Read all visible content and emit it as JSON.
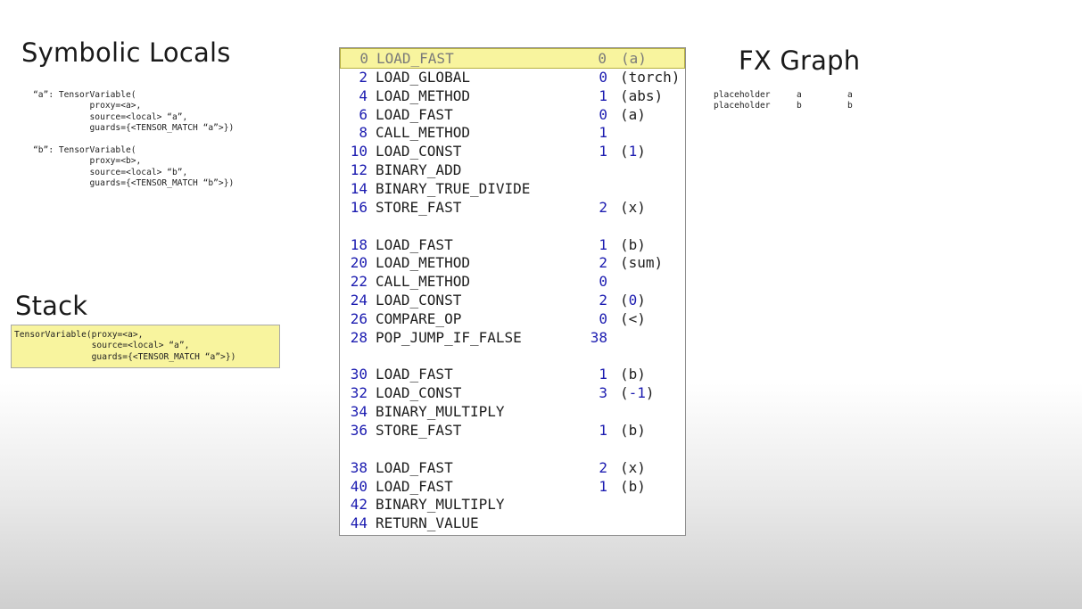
{
  "headings": {
    "symbolic_locals": "Symbolic Locals",
    "stack": "Stack",
    "fx_graph": "FX Graph"
  },
  "symbolic_locals": [
    {
      "text": "“a”: TensorVariable(\n           proxy=<a>,\n           source=<local> “a”,\n           guards={<TENSOR_MATCH “a”>})"
    },
    {
      "text": "“b”: TensorVariable(\n           proxy=<b>,\n           source=<local> “b”,\n           guards={<TENSOR_MATCH “b”>})"
    }
  ],
  "stack": [
    {
      "text": "TensorVariable(proxy=<a>,\n               source=<local> “a”,\n               guards={<TENSOR_MATCH “a”>})"
    }
  ],
  "fx_graph": [
    {
      "op": "placeholder",
      "name": "a",
      "target": "a"
    },
    {
      "op": "placeholder",
      "name": "b",
      "target": "b"
    }
  ],
  "bytecode": {
    "highlight_offset": "0",
    "instructions": [
      {
        "offset": "0",
        "opname": "LOAD_FAST",
        "arg": "0",
        "argrepr": "(a)"
      },
      {
        "offset": "2",
        "opname": "LOAD_GLOBAL",
        "arg": "0",
        "argrepr": "(torch)"
      },
      {
        "offset": "4",
        "opname": "LOAD_METHOD",
        "arg": "1",
        "argrepr": "(abs)"
      },
      {
        "offset": "6",
        "opname": "LOAD_FAST",
        "arg": "0",
        "argrepr": "(a)"
      },
      {
        "offset": "8",
        "opname": "CALL_METHOD",
        "arg": "1",
        "argrepr": ""
      },
      {
        "offset": "10",
        "opname": "LOAD_CONST",
        "arg": "1",
        "argrepr": "(1)"
      },
      {
        "offset": "12",
        "opname": "BINARY_ADD",
        "arg": "",
        "argrepr": ""
      },
      {
        "offset": "14",
        "opname": "BINARY_TRUE_DIVIDE",
        "arg": "",
        "argrepr": ""
      },
      {
        "offset": "16",
        "opname": "STORE_FAST",
        "arg": "2",
        "argrepr": "(x)"
      },
      {
        "offset": "18",
        "opname": "LOAD_FAST",
        "arg": "1",
        "argrepr": "(b)"
      },
      {
        "offset": "20",
        "opname": "LOAD_METHOD",
        "arg": "2",
        "argrepr": "(sum)"
      },
      {
        "offset": "22",
        "opname": "CALL_METHOD",
        "arg": "0",
        "argrepr": ""
      },
      {
        "offset": "24",
        "opname": "LOAD_CONST",
        "arg": "2",
        "argrepr": "(0)"
      },
      {
        "offset": "26",
        "opname": "COMPARE_OP",
        "arg": "0",
        "argrepr": "(<)"
      },
      {
        "offset": "28",
        "opname": "POP_JUMP_IF_FALSE",
        "arg": "38",
        "argrepr": ""
      },
      {
        "offset": "30",
        "opname": "LOAD_FAST",
        "arg": "1",
        "argrepr": "(b)"
      },
      {
        "offset": "32",
        "opname": "LOAD_CONST",
        "arg": "3",
        "argrepr": "(-1)"
      },
      {
        "offset": "34",
        "opname": "BINARY_MULTIPLY",
        "arg": "",
        "argrepr": ""
      },
      {
        "offset": "36",
        "opname": "STORE_FAST",
        "arg": "1",
        "argrepr": "(b)"
      },
      {
        "offset": "38",
        "opname": "LOAD_FAST",
        "arg": "2",
        "argrepr": "(x)"
      },
      {
        "offset": "40",
        "opname": "LOAD_FAST",
        "arg": "1",
        "argrepr": "(b)"
      },
      {
        "offset": "42",
        "opname": "BINARY_MULTIPLY",
        "arg": "",
        "argrepr": ""
      },
      {
        "offset": "44",
        "opname": "RETURN_VALUE",
        "arg": "",
        "argrepr": ""
      }
    ]
  },
  "colors": {
    "highlight": "#f8f49e",
    "number_blue": "#1b1bb0"
  }
}
